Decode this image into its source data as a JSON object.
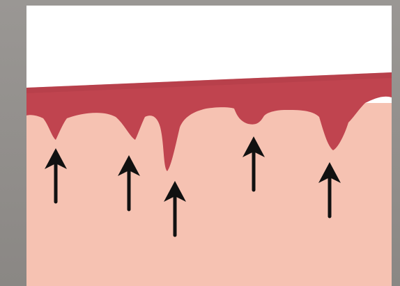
{
  "diagram": {
    "colors": {
      "frame": "#8e8b88",
      "sky": "#ffffff",
      "mucosa": "#c0444f",
      "mucosa_shadow": "#a83a45",
      "tissue": "#f6c2b2",
      "arrow": "#111111"
    },
    "arrows": [
      {
        "name": "arrow-1",
        "icon": "up-arrow-icon"
      },
      {
        "name": "arrow-2",
        "icon": "up-arrow-icon"
      },
      {
        "name": "arrow-3",
        "icon": "up-arrow-icon"
      },
      {
        "name": "arrow-4",
        "icon": "up-arrow-icon"
      },
      {
        "name": "arrow-5",
        "icon": "up-arrow-icon"
      }
    ]
  }
}
